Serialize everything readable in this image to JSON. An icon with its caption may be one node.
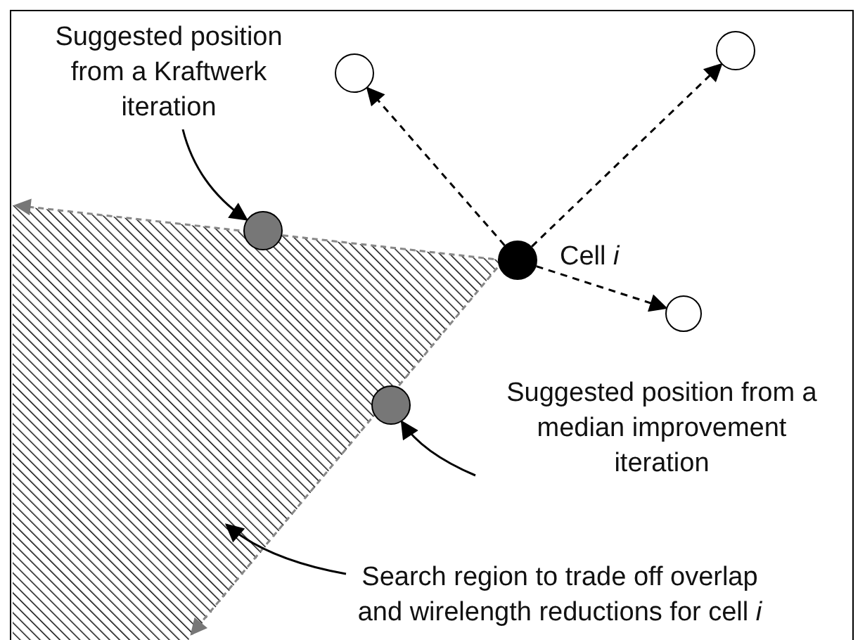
{
  "diagram": {
    "nodes": [
      {
        "text": [],
        "shape": "circle",
        "beside": [
          "Cell *i*"
        ]
      },
      {
        "text": [],
        "shape": "circle"
      },
      {
        "text": [],
        "shape": "circle"
      },
      {
        "text": [],
        "shape": "circle"
      },
      {
        "text": [],
        "shape": "circle"
      },
      {
        "text": [],
        "shape": "circle"
      },
      {
        "text": [
          "Suggested position from a Kraftwerk iteration"
        ]
      },
      {
        "text": [
          "Suggested position from a median improvement iteration"
        ]
      },
      {
        "text": [
          "Search region to trade off overlap and wirelength reductions for cell *i*"
        ]
      },
      {
        "text": [],
        "shape": "polygon"
      }
    ],
    "edges": [
      {
        "from": 0,
        "to": 1,
        "arrow": "to",
        "style": "dashed"
      },
      {
        "from": 0,
        "to": 2,
        "arrow": "to",
        "style": "dashed"
      },
      {
        "from": 0,
        "to": 3,
        "arrow": "to",
        "style": "dashed"
      },
      {
        "from": 6,
        "to": 4,
        "arrow": "to"
      },
      {
        "from": 7,
        "to": 5,
        "arrow": "to"
      },
      {
        "from": 8,
        "to": 9,
        "arrow": "to"
      }
    ]
  }
}
